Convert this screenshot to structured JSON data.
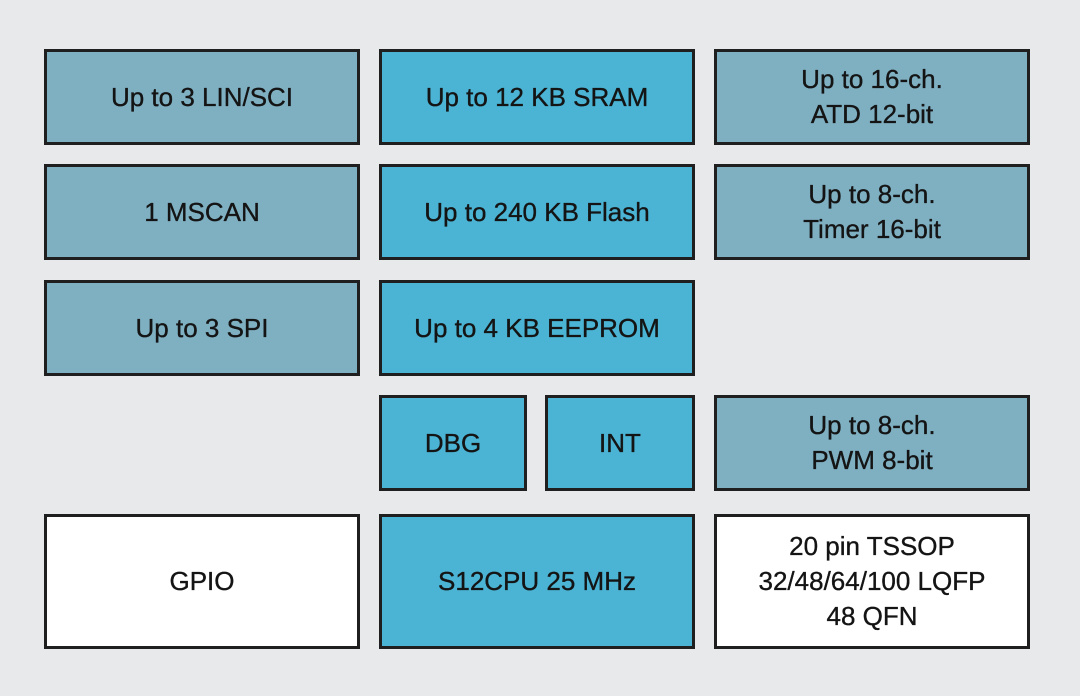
{
  "diagram": {
    "blocks": {
      "lin_sci": "Up to 3 LIN/SCI",
      "sram": "Up to 12 KB SRAM",
      "atd": [
        "Up to 16-ch.",
        "ATD 12-bit"
      ],
      "mscan": "1 MSCAN",
      "flash": "Up to 240 KB Flash",
      "timer": [
        "Up to 8-ch.",
        "Timer 16-bit"
      ],
      "spi": "Up to 3 SPI",
      "eeprom": "Up to 4 KB EEPROM",
      "dbg": "DBG",
      "int": "INT",
      "pwm": [
        "Up to 8-ch.",
        "PWM 8-bit"
      ],
      "gpio": "GPIO",
      "cpu": "S12CPU 25 MHz",
      "packages": [
        "20 pin TSSOP",
        "32/48/64/100 LQFP",
        "48 QFN"
      ]
    },
    "colors": {
      "peripheral_fill": "#7fb0c2",
      "core_fill": "#4bb3d3",
      "plain_fill": "#ffffff",
      "border": "#1f1f1f",
      "background": "#e8e9eb"
    }
  }
}
